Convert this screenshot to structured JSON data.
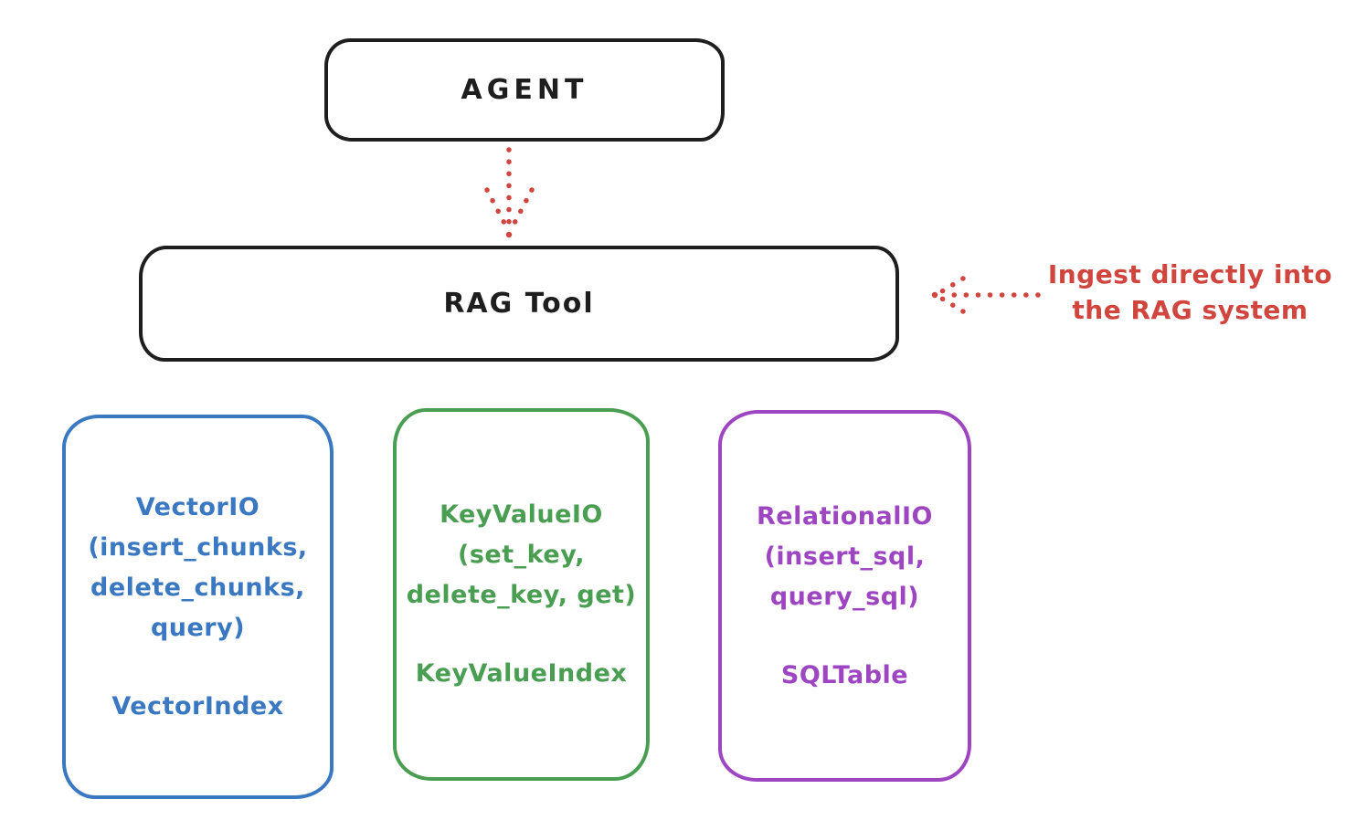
{
  "colors": {
    "ink": "#1e1e1e",
    "red": "#d0453e",
    "blue": "#3a78c2",
    "green": "#4a9e52",
    "purple": "#9e46c1",
    "background": "#ffffff"
  },
  "agent_box": {
    "label": "AGENT"
  },
  "rag_tool_box": {
    "label": "RAG Tool"
  },
  "annotation": {
    "lines": [
      "Ingest directly into",
      "the RAG system"
    ]
  },
  "arrows": [
    {
      "name": "agent-to-ragtool-dotted-arrow",
      "style": "dotted",
      "color": "#d0453e",
      "direction": "down"
    },
    {
      "name": "ingest-dotted-arrow",
      "style": "dotted",
      "color": "#d0453e",
      "direction": "left"
    }
  ],
  "io_boxes": [
    {
      "name": "vector-io",
      "color": "#3a78c2",
      "body_lines": [
        "VectorIO",
        "(insert_chunks,",
        "delete_chunks,",
        "query)"
      ],
      "footer": "VectorIndex"
    },
    {
      "name": "keyvalue-io",
      "color": "#4a9e52",
      "body_lines": [
        "KeyValueIO",
        "(set_key,",
        "delete_key, get)"
      ],
      "footer": "KeyValueIndex"
    },
    {
      "name": "relational-io",
      "color": "#9e46c1",
      "body_lines": [
        "RelationalIO",
        "(insert_sql,",
        "query_sql)"
      ],
      "footer": "SQLTable"
    }
  ]
}
